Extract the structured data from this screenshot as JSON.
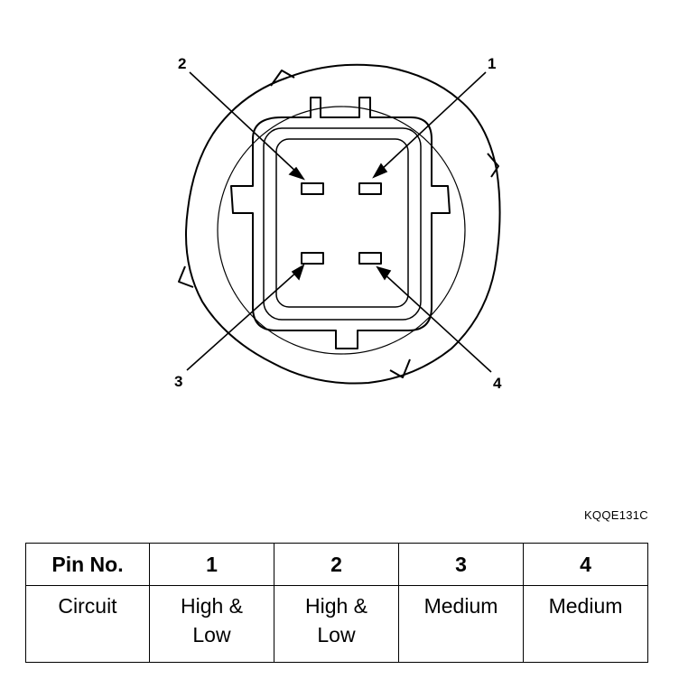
{
  "diagram": {
    "callouts": [
      {
        "id": "2",
        "label": "2"
      },
      {
        "id": "1",
        "label": "1"
      },
      {
        "id": "3",
        "label": "3"
      },
      {
        "id": "4",
        "label": "4"
      }
    ],
    "figure_code": "KQQE131C"
  },
  "table": {
    "header": [
      "Pin No.",
      "1",
      "2",
      "3",
      "4"
    ],
    "row": {
      "label": "Circuit",
      "cells": [
        [
          "High &",
          "Low"
        ],
        [
          "High &",
          "Low"
        ],
        [
          "Medium"
        ],
        [
          "Medium"
        ]
      ]
    }
  }
}
